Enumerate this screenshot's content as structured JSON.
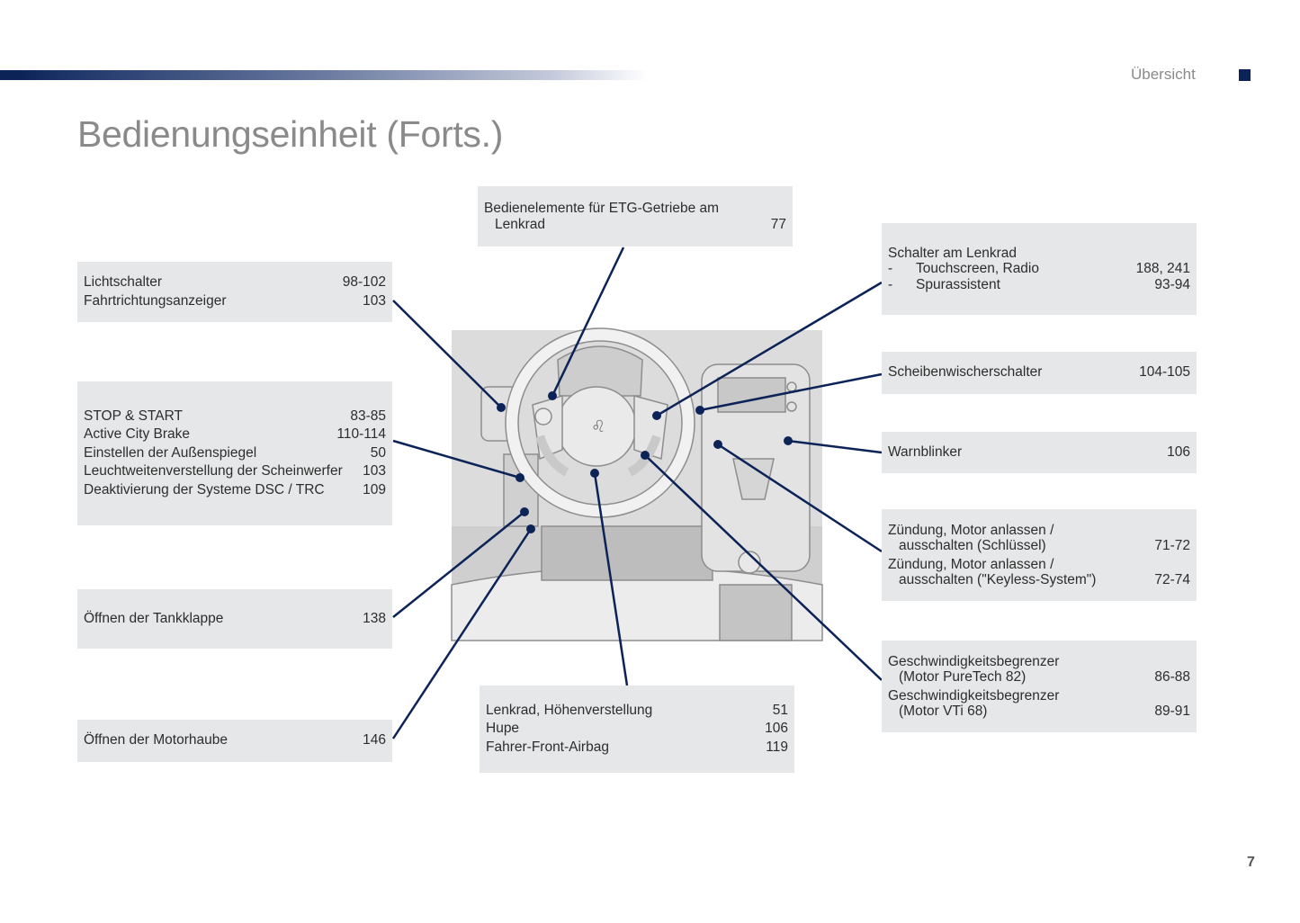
{
  "header": {
    "section": "Übersicht",
    "title": "Bedienungseinheit (Forts.)",
    "page_number": "7"
  },
  "colors": {
    "accent": "#0c2358",
    "box": "#e6e7e8"
  },
  "boxes": {
    "light": [
      {
        "t": "Lichtschalter",
        "p": "98-102"
      },
      {
        "t": "Fahrtrichtungsanzeiger",
        "p": "103"
      }
    ],
    "stop": [
      {
        "t": "STOP & START",
        "p": "83-85"
      },
      {
        "t": "Active City Brake",
        "p": "110-114"
      },
      {
        "t": "Einstellen der Außenspiegel",
        "p": "50"
      },
      {
        "t": "Leuchtweitenverstellung der Scheinwerfer",
        "p": "103"
      },
      {
        "t": "Deaktivierung der Systeme DSC / TRC",
        "p": "109"
      }
    ],
    "tank": {
      "t": "Öffnen der Tankklappe",
      "p": "138"
    },
    "hood": {
      "t": "Öffnen der Motorhaube",
      "p": "146"
    },
    "etg": {
      "t1": "Bedienelemente für ETG-Getriebe am",
      "t2": "Lenkrad",
      "p": "77"
    },
    "wheel": [
      {
        "t": "Lenkrad, Höhenverstellung",
        "p": "51"
      },
      {
        "t": "Hupe",
        "p": "106"
      },
      {
        "t": "Fahrer-Front-Airbag",
        "p": "119"
      }
    ],
    "switches": {
      "t": "Schalter am Lenkrad",
      "dash": "-",
      "items": [
        {
          "t": "Touchscreen, Radio",
          "p": "188, 241"
        },
        {
          "t": "Spurassistent",
          "p": "93-94"
        }
      ]
    },
    "wiper": {
      "t": "Scheibenwischerschalter",
      "p": "104-105"
    },
    "hazard": {
      "t": "Warnblinker",
      "p": "106"
    },
    "ignition": [
      {
        "t1": "Zündung, Motor anlassen /",
        "t2": "ausschalten (Schlüssel)",
        "p": "71-72"
      },
      {
        "t1": "Zündung, Motor anlassen /",
        "t2": "ausschalten (\"Keyless-System\")",
        "p": "72-74"
      }
    ],
    "speed": [
      {
        "t1": "Geschwindigkeitsbegrenzer",
        "t2": "(Motor PureTech 82)",
        "p": "86-88"
      },
      {
        "t1": "Geschwindigkeitsbegrenzer",
        "t2": "(Motor VTi 68)",
        "p": "89-91"
      }
    ]
  }
}
